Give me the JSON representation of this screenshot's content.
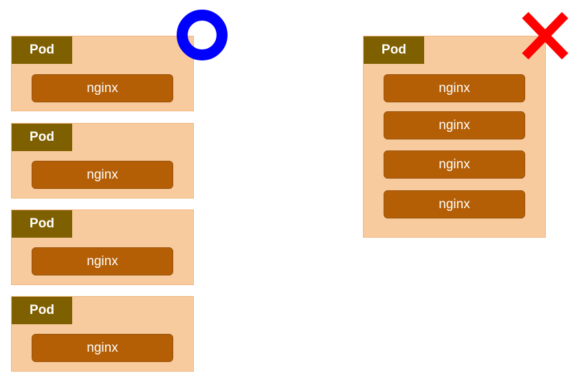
{
  "left_group": {
    "pods": [
      {
        "label": "Pod",
        "containers": [
          "nginx"
        ]
      },
      {
        "label": "Pod",
        "containers": [
          "nginx"
        ]
      },
      {
        "label": "Pod",
        "containers": [
          "nginx"
        ]
      },
      {
        "label": "Pod",
        "containers": [
          "nginx"
        ]
      }
    ],
    "mark": {
      "icon": "circle-ok-icon",
      "color": "#0000ff"
    }
  },
  "right_group": {
    "pods": [
      {
        "label": "Pod",
        "containers": [
          "nginx",
          "nginx",
          "nginx",
          "nginx"
        ]
      }
    ],
    "mark": {
      "icon": "cross-ng-icon",
      "color": "#ff0000"
    }
  }
}
